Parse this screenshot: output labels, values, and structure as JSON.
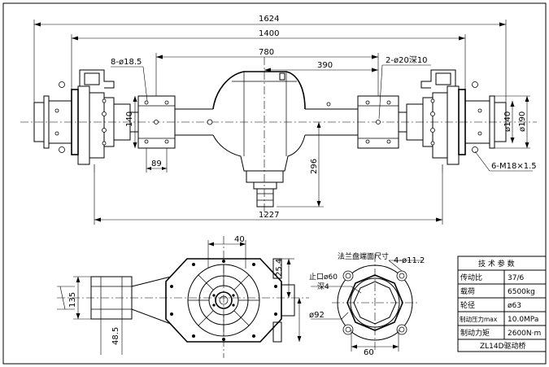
{
  "dims": {
    "overall_length": "1624",
    "flange_span": "1400",
    "spring_seat_span": "780",
    "half_spring_seat": "390",
    "hole_left": "8-ø18.5",
    "hole_right": "2-ø20深10",
    "pad_height": "140",
    "pad_width": "89",
    "housing_drop": "296",
    "track": "1227",
    "diam_140": "ø140",
    "diam_190": "ø190",
    "thread": "6-M18×1.5",
    "side_40": "40",
    "side_25_4": "25.4",
    "side_135": "135",
    "side_48_5": "48.5",
    "flange_note": "法兰盘端面尺寸",
    "flange_holes": "4-ø11.2",
    "flange_bore": "止口ø60",
    "flange_depth": "深4",
    "flange_pcd": "ø92",
    "flange_width": "60"
  },
  "spec_table": {
    "title": "技 术 参 数",
    "rows": [
      {
        "label": "传动比",
        "value": "37/6"
      },
      {
        "label": "载荷",
        "value": "6500kg"
      },
      {
        "label": "轮径",
        "value": "ø63"
      },
      {
        "label": "制动压力max",
        "value": "10.0MPa"
      },
      {
        "label": "制动力矩",
        "value": "2600N·m"
      }
    ],
    "footer": "ZL14D驱动桥"
  }
}
